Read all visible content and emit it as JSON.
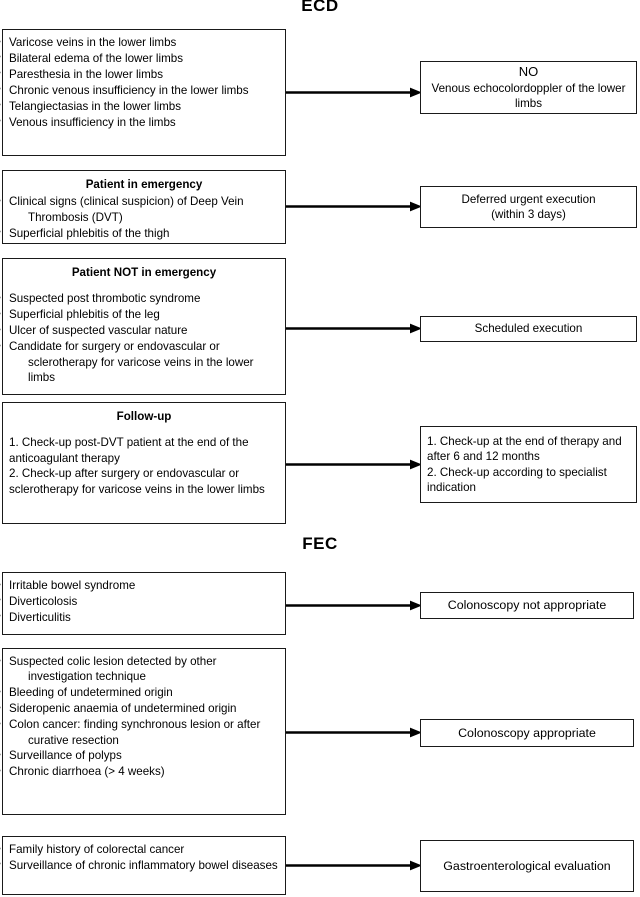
{
  "sections": [
    {
      "id": "ecd",
      "title": "ECD",
      "rows": [
        {
          "id": "ecd-row-1",
          "left": {
            "heading": "",
            "bullets": [
              "Varicose veins in the lower limbs",
              "Bilateral edema of the lower limbs",
              "Paresthesia in the lower limbs",
              "Chronic venous insufficiency in the lower limbs",
              "Telangiectasias in the lower limbs",
              "Venous insufficiency in the limbs"
            ]
          },
          "right": {
            "align": "center",
            "lines": [
              "NO",
              "Venous echocolordoppler of the lower limbs"
            ]
          }
        },
        {
          "id": "ecd-row-2",
          "left": {
            "heading": "Patient in emergency",
            "bullets": [
              "Clinical signs (clinical suspicion) of Deep Vein Thrombosis (DVT)",
              "Superficial phlebitis of the thigh"
            ]
          },
          "right": {
            "align": "center",
            "lines": [
              "Deferred urgent execution",
              "(within 3 days)"
            ]
          }
        },
        {
          "id": "ecd-row-3",
          "left": {
            "heading": "Patient NOT in emergency",
            "bullets": [
              "Suspected post thrombotic syndrome",
              "Superficial phlebitis of the leg",
              "Ulcer of suspected vascular nature",
              "Candidate for surgery or endovascular or sclerotherapy for varicose veins in the lower limbs"
            ]
          },
          "right": {
            "align": "center",
            "lines": [
              "Scheduled execution"
            ]
          }
        },
        {
          "id": "ecd-row-4",
          "left": {
            "heading": "Follow-up",
            "numbered": [
              "1. Check-up post-DVT patient at the end of the anticoagulant therapy",
              "2. Check-up after surgery or endovascular or sclerotherapy for varicose veins in the lower limbs"
            ]
          },
          "right": {
            "align": "left",
            "lines": [
              "1. Check-up at the end of therapy and after 6 and 12 months",
              "2. Check-up according to specialist indication"
            ]
          }
        }
      ]
    },
    {
      "id": "fec",
      "title": "FEC",
      "rows": [
        {
          "id": "fec-row-1",
          "left": {
            "heading": "",
            "bullets": [
              "Irritable bowel syndrome",
              "Diverticolosis",
              "Diverticulitis"
            ]
          },
          "right": {
            "align": "center",
            "lines": [
              "Colonoscopy not appropriate"
            ]
          }
        },
        {
          "id": "fec-row-2",
          "left": {
            "heading": "",
            "bullets": [
              "Suspected colic lesion detected by other investigation technique",
              "Bleeding of undetermined origin",
              "Sideropenic anaemia of undetermined origin",
              "Colon cancer: finding synchronous lesion or after curative resection",
              "Surveillance of polyps",
              "Chronic diarrhoea (> 4 weeks)"
            ]
          },
          "right": {
            "align": "center",
            "lines": [
              "Colonoscopy appropriate"
            ]
          }
        },
        {
          "id": "fec-row-3",
          "left": {
            "heading": "",
            "bullets": [
              "Family history of colorectal cancer",
              "Surveillance of chronic inflammatory bowel diseases"
            ]
          },
          "right": {
            "align": "center",
            "lines": [
              "Gastroenterological evaluation"
            ]
          }
        }
      ]
    }
  ],
  "colors": {
    "stroke": "#1a1a1a",
    "background": "#ffffff",
    "text": "#000000"
  }
}
